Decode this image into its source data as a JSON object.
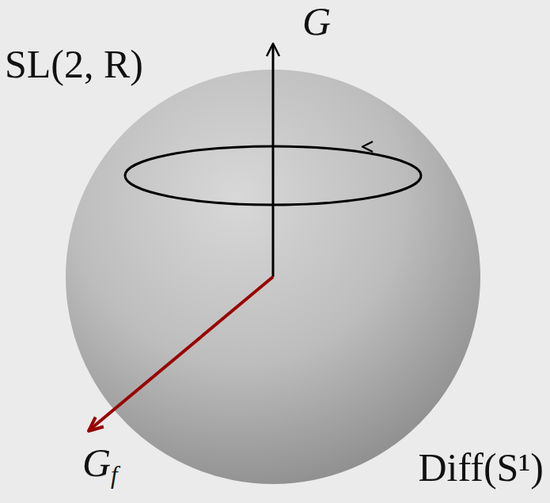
{
  "diagram": {
    "labels": [
      "G",
      "SL(2, R)",
      "Diff(S¹)",
      "Gf"
    ]
  }
}
